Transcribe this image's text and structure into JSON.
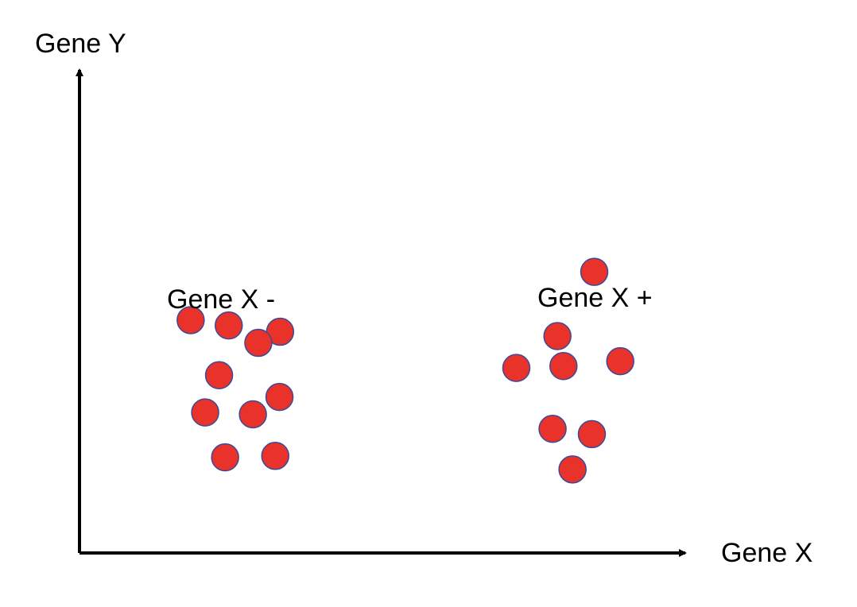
{
  "axes": {
    "x_label": "Gene X",
    "y_label": "Gene Y",
    "axis_color": "#000000"
  },
  "groups": [
    {
      "label": "Gene X -",
      "color": "#e8322a",
      "stroke": "#3a4a9a",
      "points": [
        {
          "x": 18.4,
          "y": 48.2
        },
        {
          "x": 24.7,
          "y": 47.1
        },
        {
          "x": 33.2,
          "y": 45.8
        },
        {
          "x": 29.6,
          "y": 43.5
        },
        {
          "x": 23.1,
          "y": 36.8
        },
        {
          "x": 33.1,
          "y": 32.3
        },
        {
          "x": 20.8,
          "y": 29.1
        },
        {
          "x": 28.7,
          "y": 28.7
        },
        {
          "x": 32.4,
          "y": 20.1
        },
        {
          "x": 24.1,
          "y": 19.8
        }
      ]
    },
    {
      "label": "Gene X +",
      "color": "#e8322a",
      "stroke": "#3a4a9a",
      "points": [
        {
          "x": 85.2,
          "y": 58.2
        },
        {
          "x": 79.1,
          "y": 44.9
        },
        {
          "x": 72.3,
          "y": 38.3
        },
        {
          "x": 80.1,
          "y": 38.7
        },
        {
          "x": 89.5,
          "y": 39.7
        },
        {
          "x": 84.8,
          "y": 24.6
        },
        {
          "x": 78.3,
          "y": 25.7
        },
        {
          "x": 81.6,
          "y": 17.3
        }
      ]
    }
  ]
}
